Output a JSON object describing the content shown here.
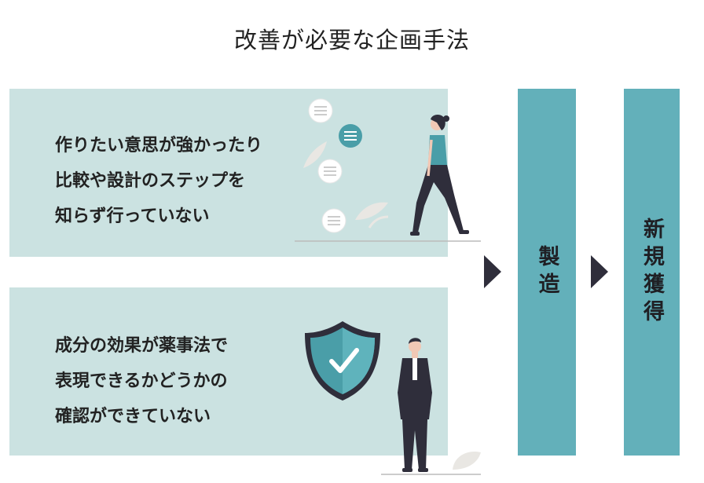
{
  "title": "改善が必要な企画手法",
  "issues": [
    {
      "lines": [
        "作りたい意思が強かったり",
        "比較や設計のステップを",
        "知らず行っていない"
      ]
    },
    {
      "lines": [
        "成分の効果が薬事法で",
        "表現できるかどうかの",
        "確認ができていない"
      ]
    }
  ],
  "flow": [
    {
      "label": "製造"
    },
    {
      "label": "新規獲得"
    }
  ],
  "icons": [
    "document-icon",
    "leaf-icon",
    "woman-walking",
    "shield-check-icon",
    "man-standing"
  ],
  "colors": {
    "panel": "#cbe2e1",
    "column": "#63b0ba",
    "arrow": "#2f2e3b"
  }
}
